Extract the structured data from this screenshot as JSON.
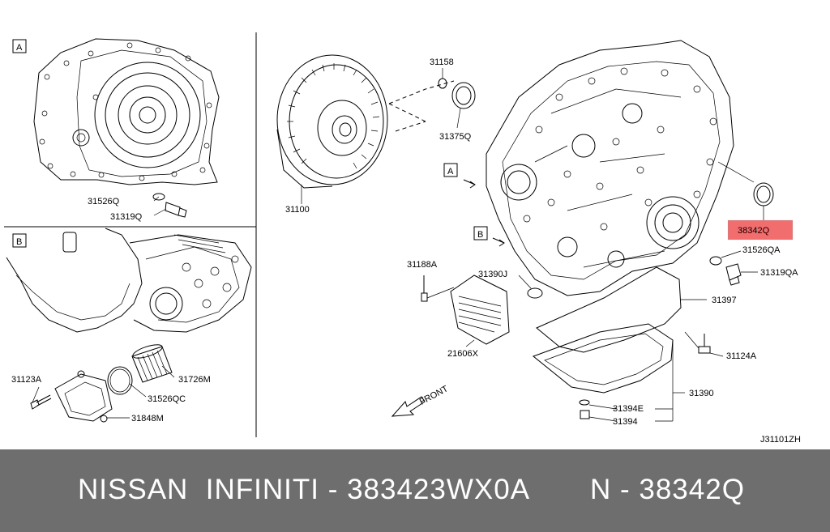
{
  "diagram": {
    "panel_a_tag": "A",
    "panel_b_tag": "B",
    "callout_a_tag": "A",
    "callout_b_tag": "B",
    "labels": {
      "p31526q": "31526Q",
      "p31319q": "31319Q",
      "p31158": "31158",
      "p31375q": "31375Q",
      "p31100": "31100",
      "p38342q": "38342Q",
      "p31526qa": "31526QA",
      "p31319qa": "31319QA",
      "p31188a": "31188A",
      "p31390j": "31390J",
      "p31397": "31397",
      "p21606x": "21606X",
      "p31124a": "31124A",
      "p31390": "31390",
      "p31394e": "31394E",
      "p31394": "31394",
      "p31123a": "31123A",
      "p31726m": "31726M",
      "p31526qc": "31526QC",
      "p31848m": "31848M",
      "front": "FRONT",
      "code": "J31101ZH"
    },
    "highlight_color": "#f26d6d"
  },
  "footer": {
    "part_text": "NISSAN  INFINITI - 383423WX0A",
    "ref_text": "N - 38342Q",
    "background": "#6e6e6e"
  }
}
